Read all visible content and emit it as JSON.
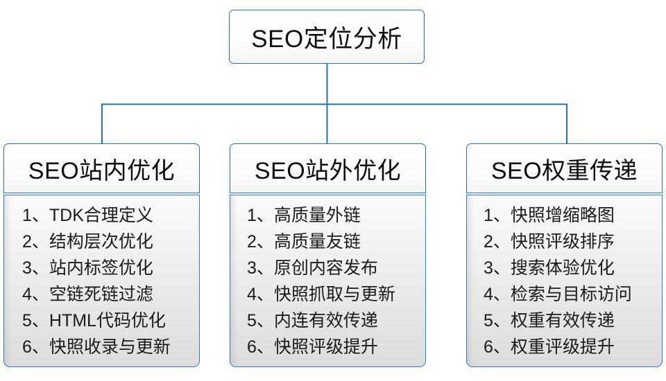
{
  "diagram": {
    "type": "org-tree",
    "root": {
      "title": "SEO定位分析"
    },
    "colors": {
      "border_blue": "#1f70c1",
      "connector_blue": "#1f70c1",
      "body_gray_top": "#fbfbfb",
      "body_gray_bottom": "#dcdcdc",
      "text": "#101010"
    },
    "columns": [
      {
        "title": "SEO站内优化",
        "items": [
          "1、TDK合理定义",
          "2、结构层次优化",
          "3、站内标签优化",
          "4、空链死链过滤",
          "5、HTML代码优化",
          "6、快照收录与更新"
        ]
      },
      {
        "title": "SEO站外优化",
        "items": [
          "1、高质量外链",
          "2、高质量友链",
          "3、原创内容发布",
          "4、快照抓取与更新",
          "5、内连有效传递",
          "6、快照评级提升"
        ]
      },
      {
        "title": "SEO权重传递",
        "items": [
          "1、快照增缩略图",
          "2、快照评级排序",
          "3、搜索体验优化",
          "4、检索与目标访问",
          "5、权重有效传递",
          "6、权重评级提升"
        ]
      }
    ]
  }
}
